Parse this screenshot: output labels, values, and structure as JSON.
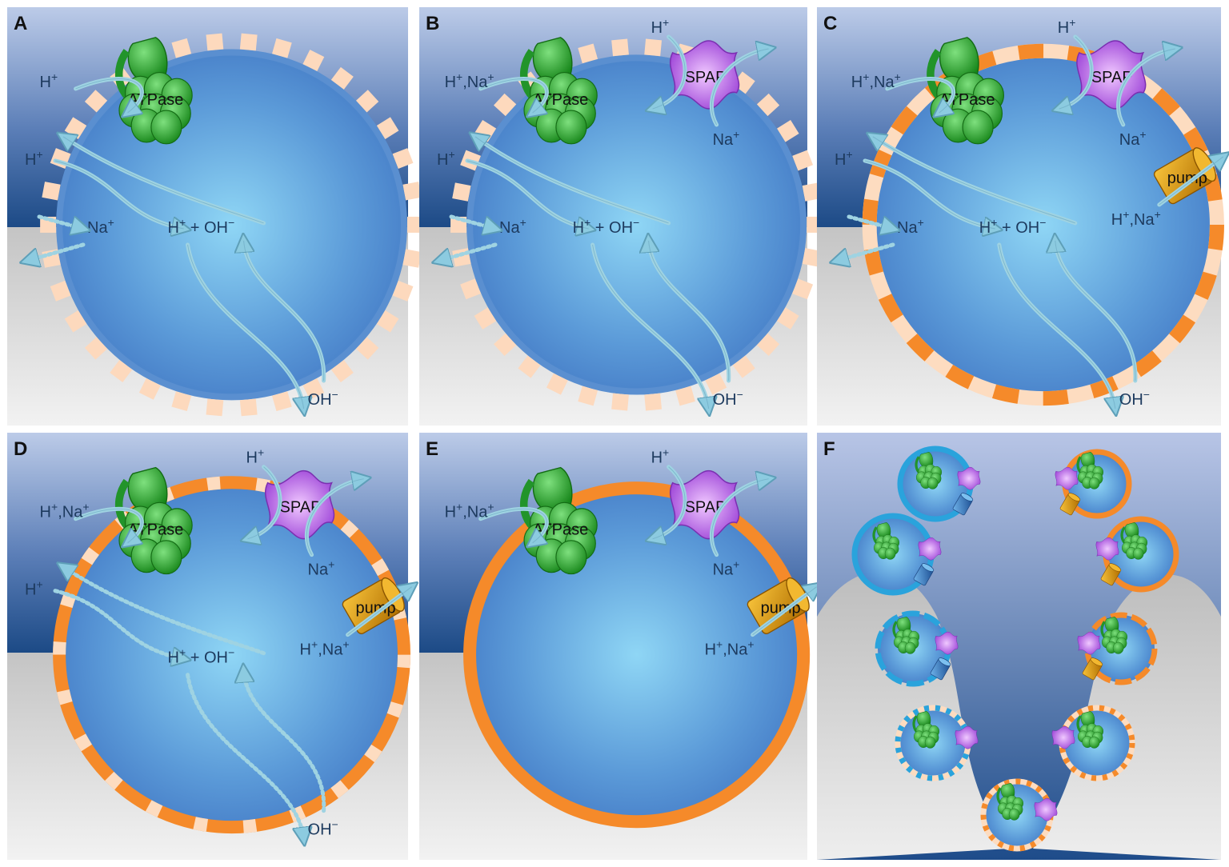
{
  "panels": [
    {
      "id": "A",
      "label": "A",
      "membrane": "patchy",
      "atpase": "ATPase",
      "spap": "",
      "pump": "",
      "atpase_ion": "H+",
      "h_in": "H+",
      "na": "Na+",
      "reaction": "H+ + OH−",
      "oh": "OH−",
      "spap_h": "",
      "spap_na": "",
      "pump_ion": ""
    },
    {
      "id": "B",
      "label": "B",
      "membrane": "patchy",
      "atpase": "ATPase",
      "spap": "SPAP",
      "pump": "",
      "atpase_ion": "H+,Na+",
      "h_in": "H+",
      "na": "Na+",
      "reaction": "H+ + OH−",
      "oh": "OH−",
      "spap_h": "H+",
      "spap_na": "Na+",
      "pump_ion": ""
    },
    {
      "id": "C",
      "label": "C",
      "membrane": "striped",
      "atpase": "ATPase",
      "spap": "SPAP",
      "pump": "pump",
      "atpase_ion": "H+,Na+",
      "h_in": "H+",
      "na": "Na+",
      "reaction": "H+ + OH−",
      "oh": "OH−",
      "spap_h": "H+",
      "spap_na": "Na+",
      "pump_ion": "H+,Na+"
    },
    {
      "id": "D",
      "label": "D",
      "membrane": "mostly",
      "atpase": "ATPase",
      "spap": "SPAP",
      "pump": "pump",
      "atpase_ion": "H+,Na+",
      "h_in": "H+",
      "na": "",
      "reaction": "H+ + OH−",
      "oh": "OH−",
      "spap_h": "H+",
      "spap_na": "Na+",
      "pump_ion": "H+,Na+"
    },
    {
      "id": "E",
      "label": "E",
      "membrane": "solid",
      "atpase": "ATPase",
      "spap": "SPAP",
      "pump": "pump",
      "atpase_ion": "H+,Na+",
      "h_in": "",
      "na": "",
      "reaction": "",
      "oh": "",
      "spap_h": "H+",
      "spap_na": "Na+",
      "pump_ion": "H+,Na+"
    }
  ],
  "panel_f": {
    "label": "F"
  },
  "colors": {
    "sky_top": "#b9c6e4",
    "sky_bottom": "#1f4d8a",
    "ground": "#c9c9c9",
    "cell": "#5a92d4",
    "cell_light": "#8fd0f2",
    "membrane_orange": "#f58a2a",
    "membrane_light": "#fddcc0",
    "atpase_green": "#2ea32e",
    "spap_purple": "#b05de0",
    "pump_gold": "#e0a010",
    "arrow": "#9fd3e2",
    "text": "#1d3a5e",
    "ancient_blue": "#2aa3dc"
  }
}
